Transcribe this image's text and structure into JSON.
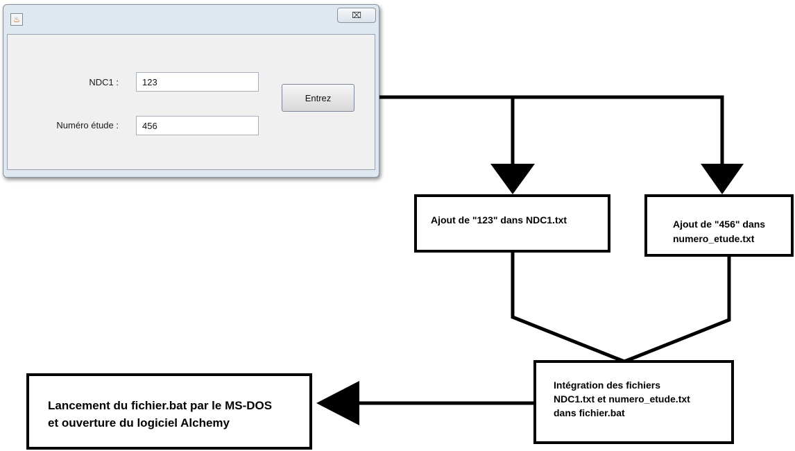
{
  "window": {
    "icon": "java-coffee-cup-icon",
    "close_symbol": "⌧"
  },
  "form": {
    "ndc1_label": "NDC1 :",
    "ndc1_value": "123",
    "etude_label": "Numéro étude :",
    "etude_value": "456",
    "submit_label": "Entrez"
  },
  "flow": {
    "box_ndc1": "Ajout de \"123\" dans NDC1.txt",
    "box_etude": "Ajout de \"456\" dans\nnumero_etude.txt",
    "box_integration": "Intégration des fichiers\nNDC1.txt et numero_etude.txt\ndans fichier.bat",
    "box_launch": "Lancement du fichier.bat par le MS-DOS\net ouverture du logiciel Alchemy"
  },
  "colors": {
    "window_bg": "#dfe7f0",
    "content_bg": "#f0f0f0",
    "line": "#000000"
  }
}
